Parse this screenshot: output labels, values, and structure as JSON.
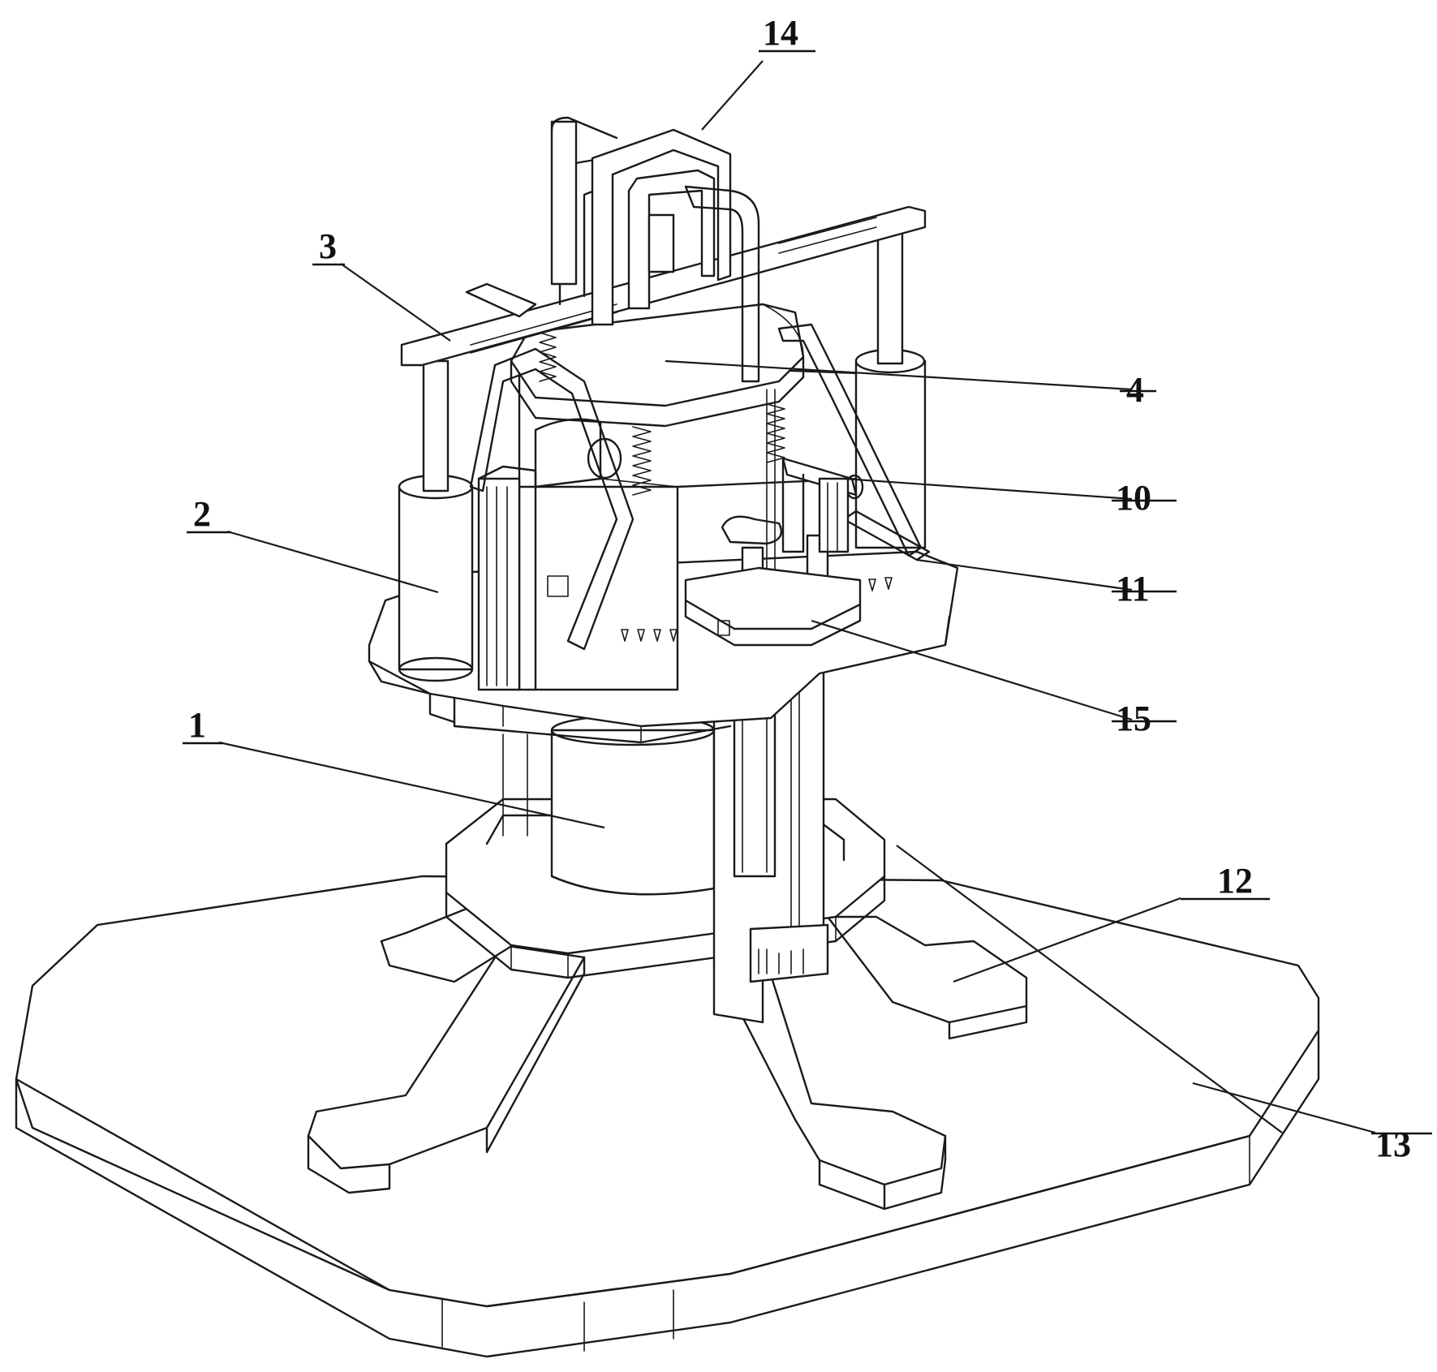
{
  "figure": {
    "labels": [
      {
        "id": "1",
        "text": "1"
      },
      {
        "id": "2",
        "text": "2"
      },
      {
        "id": "3",
        "text": "3"
      },
      {
        "id": "4",
        "text": "4"
      },
      {
        "id": "10",
        "text": "10"
      },
      {
        "id": "11",
        "text": "11"
      },
      {
        "id": "12",
        "text": "12"
      },
      {
        "id": "13",
        "text": "13"
      },
      {
        "id": "14",
        "text": "14"
      },
      {
        "id": "15",
        "text": "15"
      }
    ]
  },
  "colors": {
    "line": "#1a1a1a",
    "background": "#ffffff"
  }
}
